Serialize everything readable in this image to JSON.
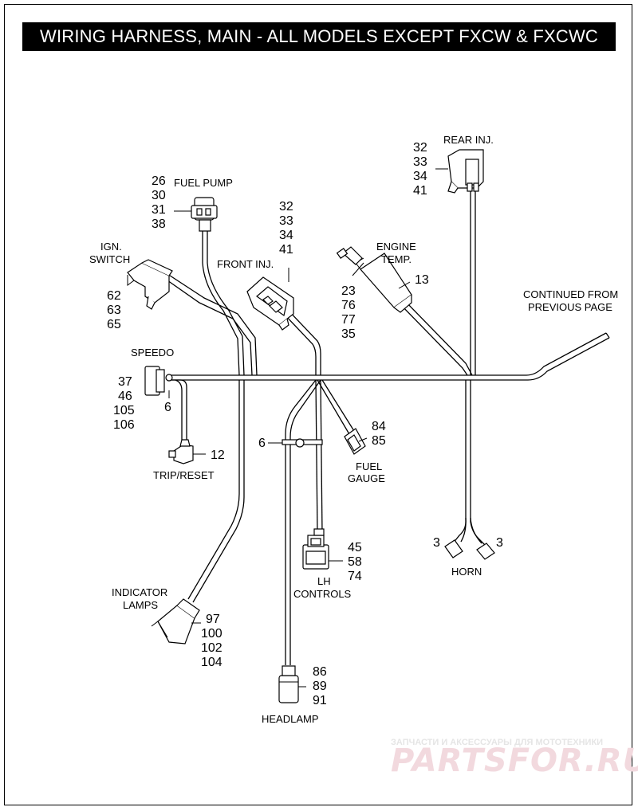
{
  "title": "WIRING HARNESS, MAIN - ALL MODELS EXCEPT FXCW & FXCWC",
  "components": {
    "fuel_pump": {
      "label": "FUEL PUMP",
      "refs": [
        "26",
        "30",
        "31",
        "38"
      ]
    },
    "ign_switch": {
      "label1": "IGN.",
      "label2": "SWITCH",
      "refs": [
        "62",
        "63",
        "65"
      ]
    },
    "front_inj": {
      "label": "FRONT INJ.",
      "refs": [
        "32",
        "33",
        "34",
        "41"
      ]
    },
    "rear_inj": {
      "label": "REAR INJ.",
      "refs": [
        "32",
        "33",
        "34",
        "41"
      ]
    },
    "engine_temp": {
      "label1": "ENGINE",
      "label2": "TEMP.",
      "ref": "13",
      "refs": [
        "23",
        "76",
        "77",
        "35"
      ]
    },
    "continued": {
      "label1": "CONTINUED FROM",
      "label2": "PREVIOUS PAGE"
    },
    "speedo": {
      "label": "SPEEDO",
      "refs": [
        "37",
        "46",
        "105",
        "106"
      ],
      "clip_ref": "6"
    },
    "trip_reset": {
      "label": "TRIP/RESET",
      "ref": "12"
    },
    "fuel_gauge": {
      "label1": "FUEL",
      "label2": "GAUGE",
      "refs": [
        "84",
        "85"
      ]
    },
    "clip": {
      "ref": "6"
    },
    "lh_controls": {
      "label1": "LH",
      "label2": "CONTROLS",
      "refs": [
        "45",
        "58",
        "74"
      ]
    },
    "horn": {
      "label": "HORN",
      "ref_left": "3",
      "ref_right": "3"
    },
    "indicator_lamps": {
      "label1": "INDICATOR",
      "label2": "LAMPS",
      "refs": [
        "97",
        "100",
        "102",
        "104"
      ]
    },
    "headlamp": {
      "label": "HEADLAMP",
      "refs": [
        "86",
        "89",
        "91"
      ]
    }
  },
  "watermark": {
    "line1": "ЗАПЧАСТИ И АКСЕССУАРЫ ДЛЯ МОТОТЕХНИКИ",
    "line2": "PARTSFOR.RU"
  },
  "colors": {
    "ink": "#000000",
    "background": "#ffffff",
    "title_bg": "#000000",
    "title_fg": "#ffffff",
    "watermark": "#f2d9de"
  }
}
